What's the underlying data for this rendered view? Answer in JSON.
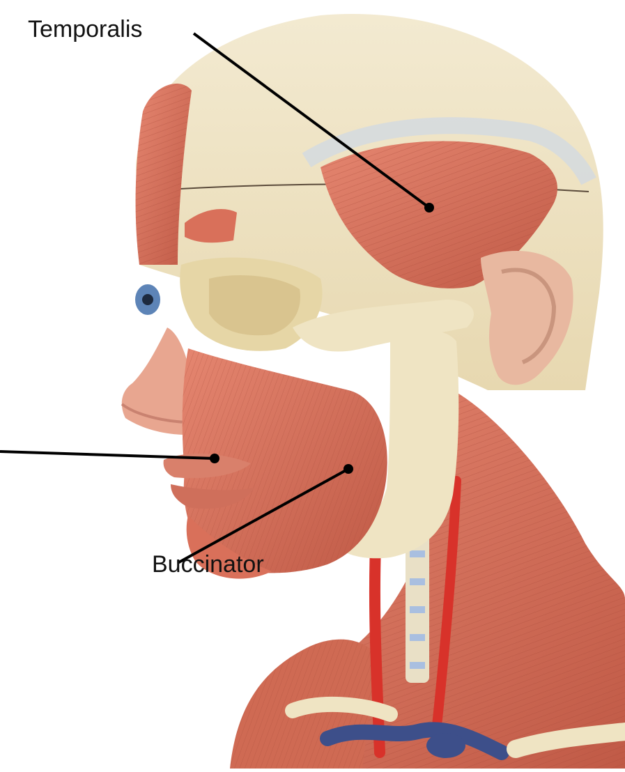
{
  "labels": {
    "temporalis": "Temporalis",
    "buccinator": "Buccinator"
  },
  "image": {
    "subject": "anatomical model of human head and neck showing facial and neck muscles",
    "colors": {
      "muscle": "#d9705a",
      "muscle_dark": "#b65643",
      "bone": "#efe4c3",
      "skin": "#e8b8a0",
      "vessel_red": "#d8322a",
      "vessel_blue": "#3d4f8a",
      "background": "#ffffff",
      "leader_line": "#000000"
    }
  }
}
